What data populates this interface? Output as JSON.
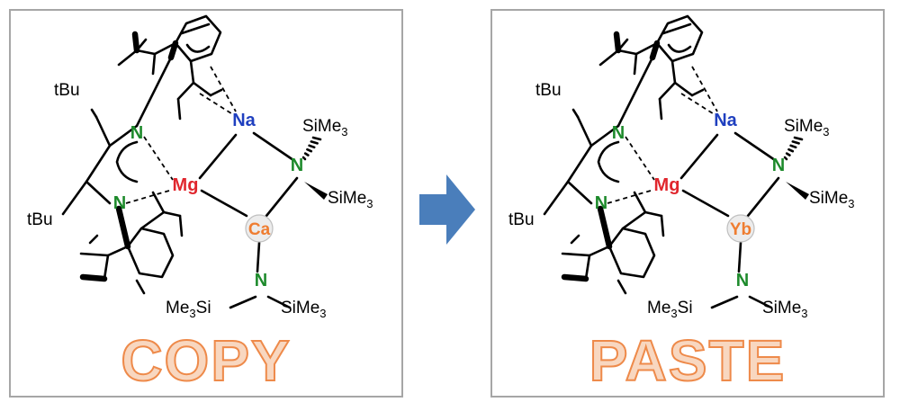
{
  "panels": [
    {
      "caption": "COPY",
      "metal": "Ca",
      "metal_color": "#ef7d31"
    },
    {
      "caption": "PASTE",
      "metal": "Yb",
      "metal_color": "#ef7d31"
    }
  ],
  "labels": {
    "tbu": "tBu",
    "n": "N",
    "na": "Na",
    "mg": "Mg",
    "si": "Si",
    "me3": "Me",
    "three": "3"
  },
  "colors": {
    "border": "#a6a6a6",
    "arrow": "#4a7ebb",
    "nitrogen": "#1d8a2b",
    "sodium": "#1f3fbf",
    "magnesium": "#e0262d",
    "caption_fill": "#f8d7c0",
    "caption_stroke": "#ee8a4a"
  }
}
